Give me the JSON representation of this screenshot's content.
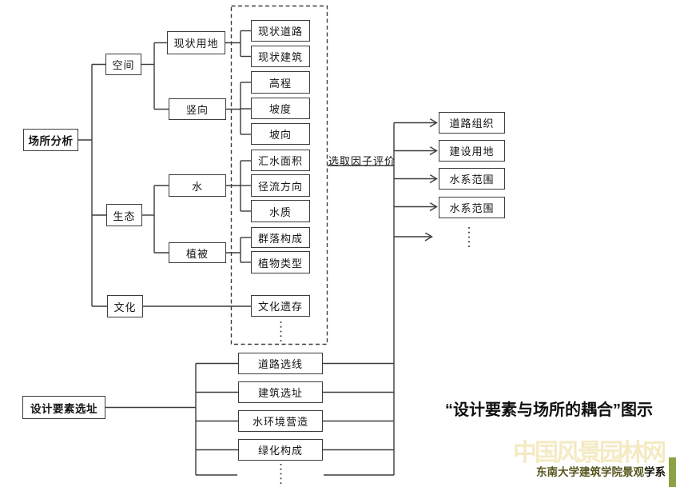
{
  "analysis": {
    "root": "场所分析",
    "categories": [
      "空间",
      "生态",
      "文化"
    ],
    "subcategories": [
      "现状用地",
      "竖向",
      "水",
      "植被"
    ],
    "factors": [
      "现状道路",
      "现状建筑",
      "高程",
      "坡度",
      "坡向",
      "汇水面积",
      "径流方向",
      "水质",
      "群落构成",
      "植物类型",
      "文化遗存"
    ]
  },
  "evaluation": {
    "label": "选取因子评价",
    "outputs": [
      "道路组织",
      "建设用地",
      "水系范围",
      "水系范围"
    ]
  },
  "selection": {
    "root": "设计要素选址",
    "elements": [
      "道路选线",
      "建筑选址",
      "水环境营造",
      "绿化构成"
    ]
  },
  "caption": "“设计要素与场所的耦合”图示",
  "watermark": "中国风景园林网",
  "footer": {
    "prefix": "东南大学建筑学院景观",
    "bold": "学系"
  },
  "colors": {
    "line": "#3c3c3c",
    "footer_text": "#56561f",
    "accent_bar": "#8ca141",
    "watermark": "#f4e9c0"
  }
}
